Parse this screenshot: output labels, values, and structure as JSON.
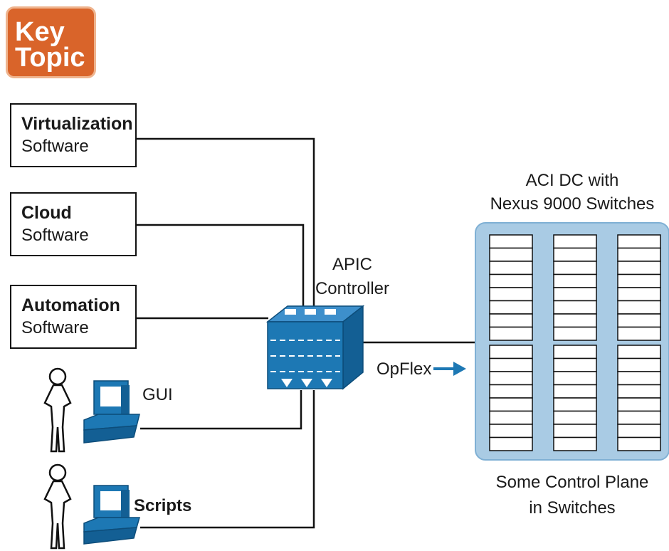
{
  "badge": {
    "line1": "Key",
    "line2": "Topic"
  },
  "sources": [
    {
      "title": "Virtualization",
      "subtitle": "Software"
    },
    {
      "title": "Cloud",
      "subtitle": "Software"
    },
    {
      "title": "Automation",
      "subtitle": "Software"
    }
  ],
  "users": {
    "gui_label": "GUI",
    "scripts_label": "Scripts"
  },
  "controller": {
    "line1": "APIC",
    "line2": "Controller"
  },
  "protocol": {
    "label": "OpFlex"
  },
  "datacenter": {
    "title_line1": "ACI DC with",
    "title_line2": "Nexus 9000 Switches",
    "caption_line1": "Some Control Plane",
    "caption_line2": "in Switches"
  },
  "colors": {
    "badge_orange": "#d9642a",
    "device_blue": "#1d78b4",
    "dc_panel_blue": "#a9cbe4",
    "line_black": "#111111"
  }
}
